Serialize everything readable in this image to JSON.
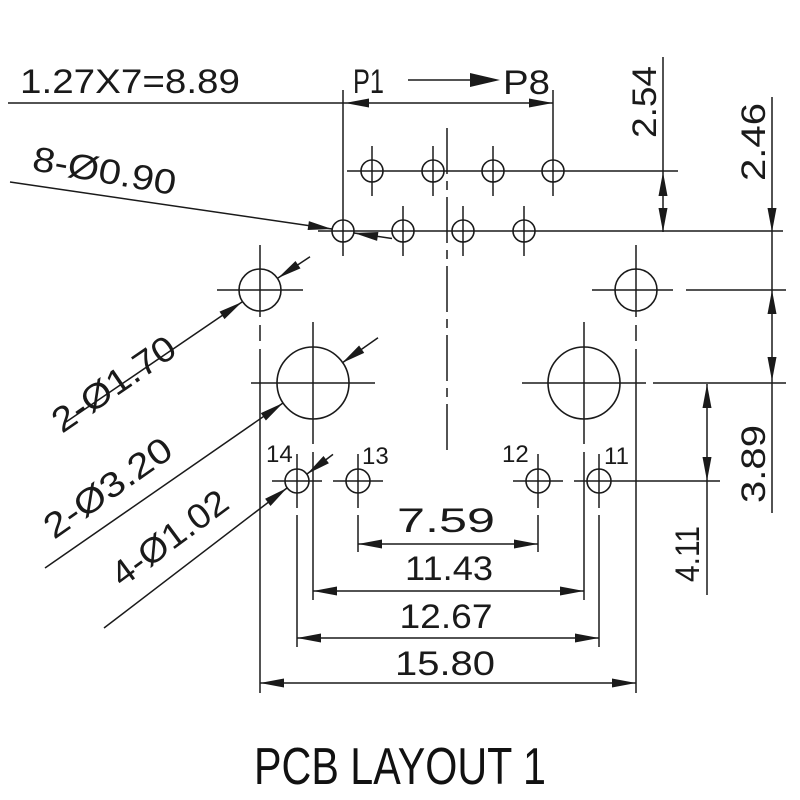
{
  "drawing": {
    "title": "PCB LAYOUT 1",
    "top_dimension": "1.27X7=8.89",
    "pin_start_label": "P1",
    "pin_end_label": "P8",
    "callouts": {
      "pin_holes": "8-Ø0.90",
      "locating_holes": "2-Ø1.70",
      "mounting_holes": "2-Ø3.20",
      "shield_pins": "4-Ø1.02"
    },
    "vertical_dimensions": [
      "2.54",
      "2.46",
      "3.89",
      "4.11"
    ],
    "horizontal_dimensions": [
      "7.59",
      "11.43",
      "12.67",
      "15.80"
    ],
    "pin_numbers": [
      "14",
      "13",
      "12",
      "11"
    ]
  },
  "colors": {
    "line": "#1a1a1a",
    "background": "#ffffff"
  }
}
